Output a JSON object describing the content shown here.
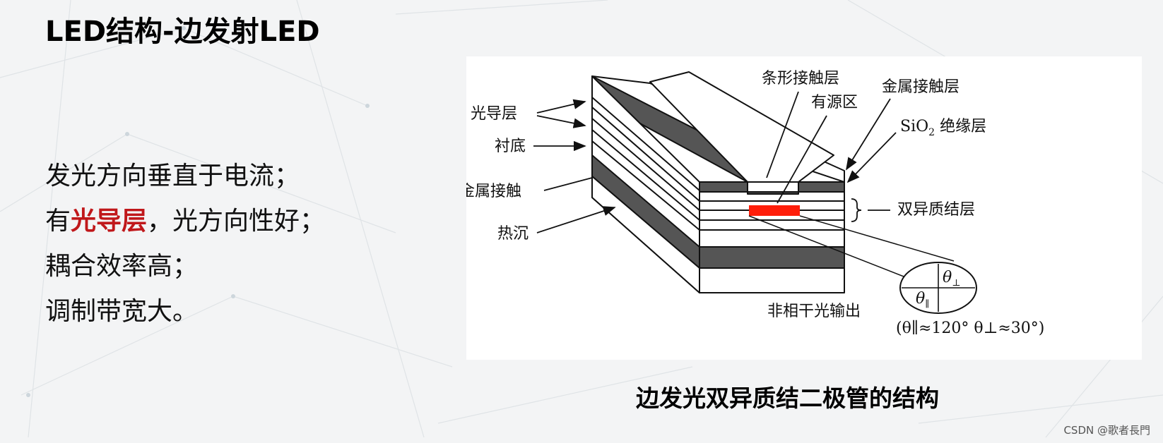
{
  "slide": {
    "title": "LED结构-边发射LED",
    "bullets": [
      {
        "text": "发光方向垂直于电流；"
      },
      {
        "prefix": "有",
        "highlight": "光导层",
        "suffix": "，光方向性好；"
      },
      {
        "text": "耦合效率高；"
      },
      {
        "text": "调制带宽大。"
      }
    ],
    "highlight_color": "#c0181b"
  },
  "figure": {
    "labels": {
      "guide_layer": "光导层",
      "substrate": "衬底",
      "metal_contact": "金属接触",
      "heat_sink": "热沉",
      "stripe_contact": "条形接触层",
      "active_region": "有源区",
      "metal_contact_layer": "金属接触层",
      "sio2": "SiO",
      "sio2_sub": "2",
      "insulation": " 绝缘层",
      "double_hetero": "双异质结层",
      "incoherent_output": "非相干光输出",
      "theta_par": "θ",
      "theta_par_sub": "∥",
      "theta_perp": "θ",
      "theta_perp_sub": "⊥",
      "angles_note": "(θ∥≈120° θ⊥≈30°)"
    },
    "active_color": "#ff1e0a",
    "caption": "边发光双异质结二极管的结构"
  },
  "watermark": "CSDN @歌者長門"
}
